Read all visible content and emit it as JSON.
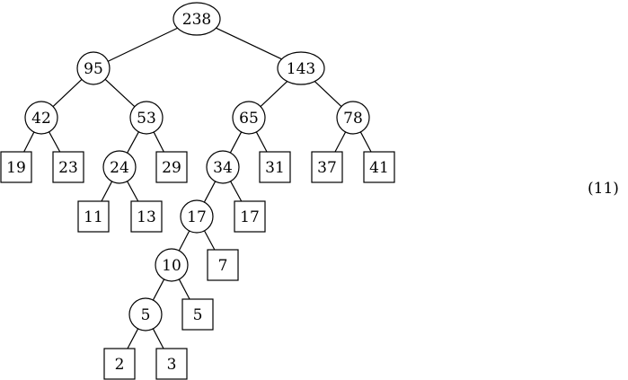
{
  "equation_number": "(11)",
  "tree": {
    "nodes": [
      {
        "id": "n238",
        "label": "238",
        "shape": "ellipse"
      },
      {
        "id": "n95",
        "label": "95",
        "shape": "circle"
      },
      {
        "id": "n143",
        "label": "143",
        "shape": "ellipse"
      },
      {
        "id": "n42",
        "label": "42",
        "shape": "circle"
      },
      {
        "id": "n53",
        "label": "53",
        "shape": "circle"
      },
      {
        "id": "n65",
        "label": "65",
        "shape": "circle"
      },
      {
        "id": "n78",
        "label": "78",
        "shape": "circle"
      },
      {
        "id": "l19",
        "label": "19",
        "shape": "square"
      },
      {
        "id": "l23",
        "label": "23",
        "shape": "square"
      },
      {
        "id": "n24",
        "label": "24",
        "shape": "circle"
      },
      {
        "id": "l29",
        "label": "29",
        "shape": "square"
      },
      {
        "id": "n34",
        "label": "34",
        "shape": "circle"
      },
      {
        "id": "l31",
        "label": "31",
        "shape": "square"
      },
      {
        "id": "l37",
        "label": "37",
        "shape": "square"
      },
      {
        "id": "l41",
        "label": "41",
        "shape": "square"
      },
      {
        "id": "l11",
        "label": "11",
        "shape": "square"
      },
      {
        "id": "l13",
        "label": "13",
        "shape": "square"
      },
      {
        "id": "n17",
        "label": "17",
        "shape": "circle"
      },
      {
        "id": "l17",
        "label": "17",
        "shape": "square"
      },
      {
        "id": "n10",
        "label": "10",
        "shape": "circle"
      },
      {
        "id": "l7",
        "label": "7",
        "shape": "square"
      },
      {
        "id": "n5",
        "label": "5",
        "shape": "circle"
      },
      {
        "id": "l5",
        "label": "5",
        "shape": "square"
      },
      {
        "id": "l2",
        "label": "2",
        "shape": "square"
      },
      {
        "id": "l3",
        "label": "3",
        "shape": "square"
      }
    ],
    "edges": [
      [
        "n238",
        "n95"
      ],
      [
        "n238",
        "n143"
      ],
      [
        "n95",
        "n42"
      ],
      [
        "n95",
        "n53"
      ],
      [
        "n143",
        "n65"
      ],
      [
        "n143",
        "n78"
      ],
      [
        "n42",
        "l19"
      ],
      [
        "n42",
        "l23"
      ],
      [
        "n53",
        "n24"
      ],
      [
        "n53",
        "l29"
      ],
      [
        "n65",
        "n34"
      ],
      [
        "n65",
        "l31"
      ],
      [
        "n78",
        "l37"
      ],
      [
        "n78",
        "l41"
      ],
      [
        "n24",
        "l11"
      ],
      [
        "n24",
        "l13"
      ],
      [
        "n34",
        "n17"
      ],
      [
        "n34",
        "l17"
      ],
      [
        "n17",
        "n10"
      ],
      [
        "n17",
        "l7"
      ],
      [
        "n10",
        "n5"
      ],
      [
        "n10",
        "l5"
      ],
      [
        "n5",
        "l2"
      ],
      [
        "n5",
        "l3"
      ]
    ]
  }
}
